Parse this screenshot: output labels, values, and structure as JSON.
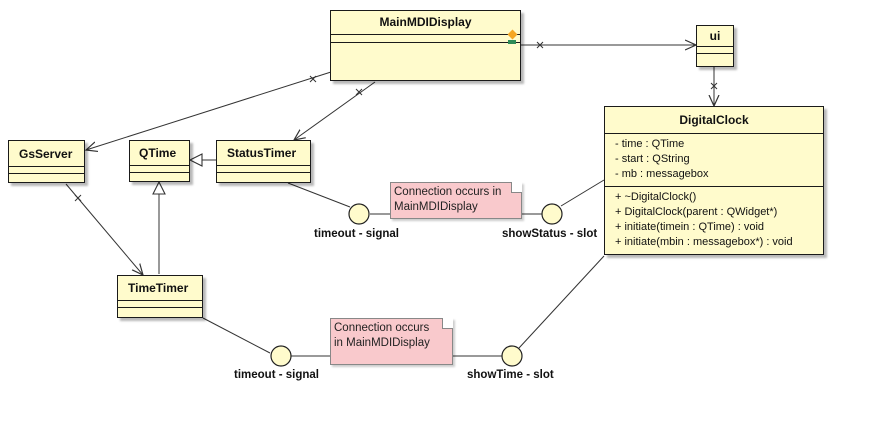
{
  "diagram": {
    "classes": {
      "main_mdi_display": {
        "name": "MainMDIDisplay"
      },
      "ui": {
        "name": "ui"
      },
      "gs_server": {
        "name": "GsServer"
      },
      "qtime": {
        "name": "QTime"
      },
      "status_timer": {
        "name": "StatusTimer"
      },
      "time_timer": {
        "name": "TimeTimer"
      },
      "digital_clock": {
        "name": "DigitalClock",
        "attributes": [
          "- time : QTime",
          "- start : QString",
          "- mb : messagebox"
        ],
        "operations": [
          "+ ~DigitalClock()",
          "+ DigitalClock(parent : QWidget*)",
          "+ initiate(timein : QTime) : void",
          "+ initiate(mbin : messagebox*) : void"
        ]
      }
    },
    "notes": {
      "top": {
        "line1": "Connection occurs in",
        "line2": "MainMDIDisplay"
      },
      "bottom": {
        "line1": "Connection occurs",
        "line2": "in MainMDIDisplay"
      }
    },
    "signals": {
      "status_timeout": "timeout - signal",
      "show_status": "showStatus - slot",
      "time_timeout": "timeout - signal",
      "show_time": "showTime - slot"
    },
    "colors": {
      "class_fill": "#fffbcc",
      "note_fill": "#f9c9cc",
      "line": "#333333",
      "marker_orange": "#f5a623",
      "marker_green": "#2e8b57"
    }
  }
}
